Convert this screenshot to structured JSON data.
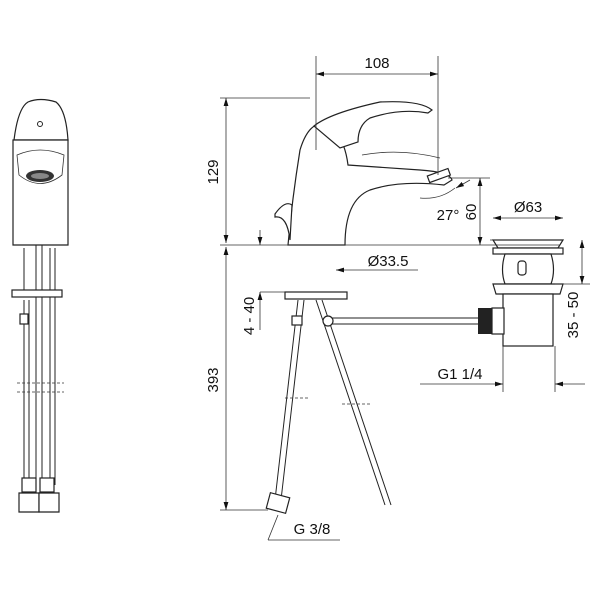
{
  "title": "Basin mixer dimension drawing",
  "dimensions": {
    "spout_reach": "108",
    "height_above_deck": "129",
    "hose_length": "393",
    "deck_thickness": "4 - 40",
    "spout_angle": "27°",
    "spout_clearance": "60",
    "base_diameter": "Ø33.5",
    "drain_diameter": "Ø63",
    "drain_height": "35 - 50",
    "drain_thread": "G1 1/4",
    "hose_thread": "G 3/8"
  },
  "colors": {
    "line": "#222222",
    "background": "#ffffff"
  }
}
